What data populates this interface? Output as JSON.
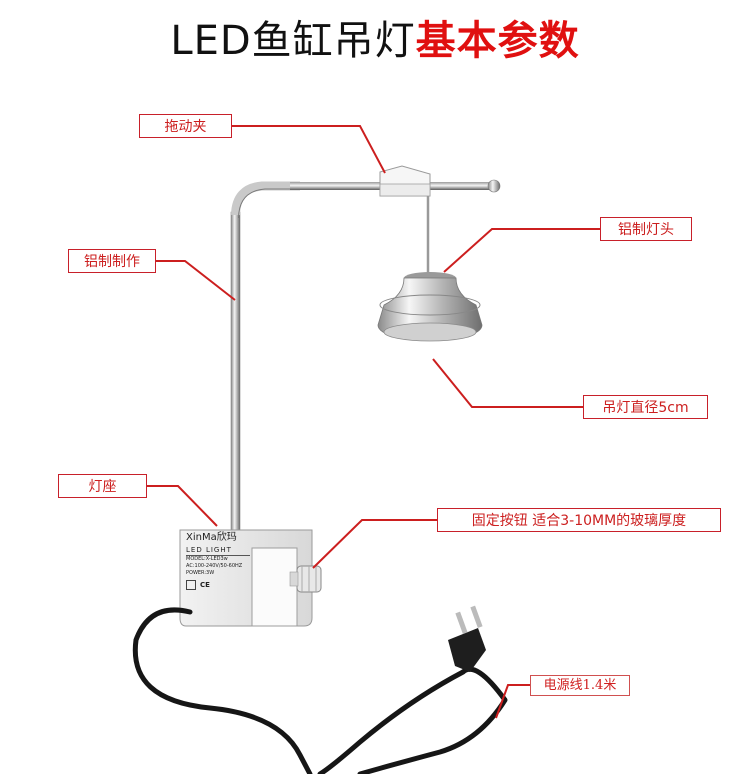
{
  "title": {
    "part1": "LED鱼缸吊灯",
    "part2": "基本参数"
  },
  "labels": {
    "drag_clip": "拖动夹",
    "aluminum_make": "铝制制作",
    "lamp_base": "灯座",
    "aluminum_head": "铝制灯头",
    "diameter": "吊灯直径5cm",
    "fix_button": "固定按钮 适合3-10MM的玻璃厚度",
    "cord": "电源线1.4米"
  },
  "device_box": {
    "brand": "XinMa欣玛",
    "line1": "LED LIGHT",
    "line2": "MODEL:X-LED3w",
    "line3": "AC:100-240V/50-60HZ",
    "line4": "POWER:3W",
    "cert": "CE"
  },
  "colors": {
    "accent": "#e01010",
    "line": "#cc1f1f"
  }
}
